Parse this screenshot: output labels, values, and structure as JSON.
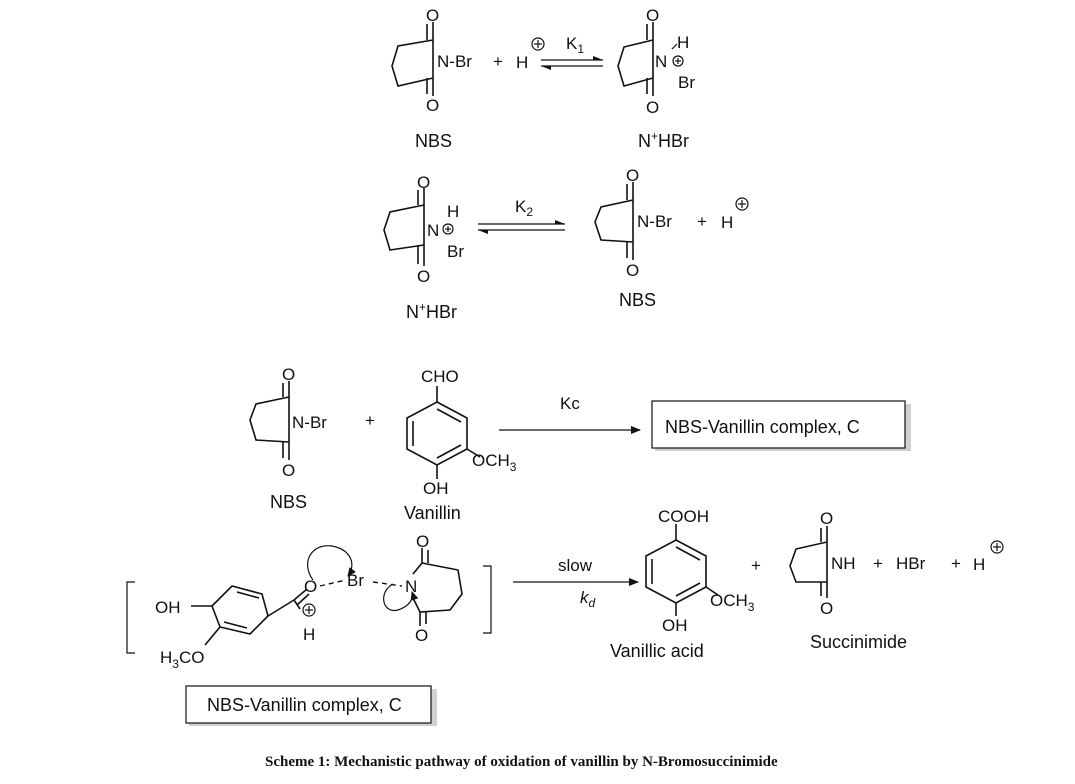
{
  "reaction1": {
    "left_label": "NBS",
    "right_label": "N",
    "right_label_sup": "+",
    "right_label_rest": "HBr",
    "plus": "+",
    "proton": "H",
    "rate_constant": "K",
    "rate_sub": "1",
    "group_nbr": "N-Br",
    "h": "H",
    "n": "N",
    "br": "Br",
    "o": "O"
  },
  "reaction2": {
    "left_label": "N",
    "left_label_sup": "+",
    "left_label_rest": "HBr",
    "right_label": "NBS",
    "rate_constant": "K",
    "rate_sub": "2",
    "plus": "+",
    "proton": "H"
  },
  "reaction3": {
    "nbs_label": "NBS",
    "vanillin_label": "Vanillin",
    "aldehyde": "CHO",
    "methoxy": "OCH",
    "methoxy_sub": "3",
    "hydroxyl": "OH",
    "plus": "+",
    "rate_constant": "Kc",
    "complex_box": "NBS-Vanillin complex, C"
  },
  "reaction4": {
    "oh_group": "OH",
    "h3co_h": "H",
    "h3co_sub": "3",
    "h3co_co": "CO",
    "o_atom": "O",
    "br_atom": "Br",
    "n_atom": "N",
    "h_atom": "H",
    "slow_label": "slow",
    "rate_constant": "k",
    "rate_sub": "d",
    "acid_group": "COOH",
    "acid_methoxy": "OCH",
    "acid_methoxy_sub": "3",
    "acid_hydroxyl": "OH",
    "acid_label": "Vanillic acid",
    "plus": "+",
    "nh_group": "NH",
    "hbr": "HBr",
    "proton": "H",
    "succinimide_label": "Succinimide",
    "complex_box": "NBS-Vanillin complex, C"
  },
  "caption": "Scheme 1: Mechanistic pathway of oxidation of vanillin by N-Bromosuccinimide"
}
